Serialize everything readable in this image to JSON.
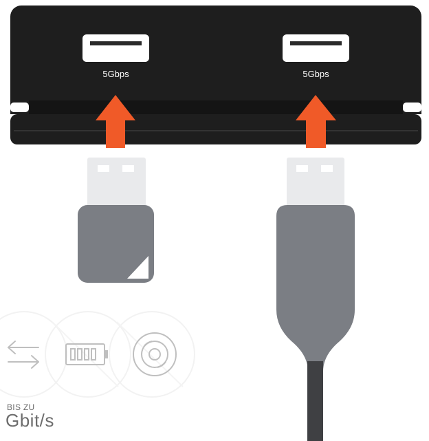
{
  "hub": {
    "ports": [
      {
        "label": "5Gbps"
      },
      {
        "label": "5Gbps"
      }
    ]
  },
  "features": {
    "icons": [
      "transfer-arrows-icon",
      "battery-icon",
      "disc-icon"
    ],
    "speed_prefix": "BIS ZU",
    "speed_unit": "Gbit/s"
  },
  "colors": {
    "hub_body": "#1e1e1e",
    "port_white": "#ffffff",
    "arrow_orange": "#f05a28",
    "plug_gray": "#7b7e84",
    "connector_gray": "#e9eaec",
    "cable_dark": "#3f4043",
    "icon_gray": "#b9b9b9"
  }
}
